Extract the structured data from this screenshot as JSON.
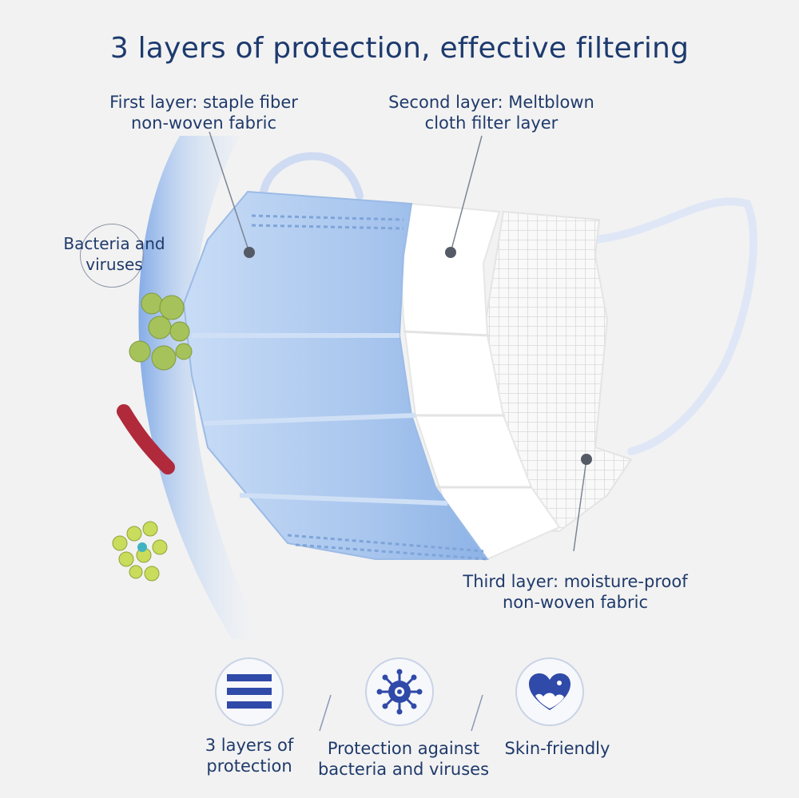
{
  "title": "3 layers of protection, effective filtering",
  "layers": {
    "first": [
      "First layer: staple fiber",
      "non-woven fabric"
    ],
    "second": [
      "Second layer: Meltblown",
      "cloth filter layer"
    ],
    "third": [
      "Third layer: moisture-proof",
      "non-woven fabric"
    ]
  },
  "bacteria": [
    "Bacteria and",
    "viruses"
  ],
  "features": [
    {
      "icon": "layers-icon",
      "lines": [
        "3 layers of",
        "protection"
      ]
    },
    {
      "icon": "virus-icon",
      "lines": [
        "Protection against",
        "bacteria and viruses"
      ]
    },
    {
      "icon": "heart-icon",
      "lines": [
        "Skin-friendly"
      ]
    }
  ],
  "colors": {
    "title": "#1d3a6e",
    "icon_blue": "#2f4aa8",
    "mask_blue": "#a9c8ef",
    "background": "#f2f2f2"
  }
}
